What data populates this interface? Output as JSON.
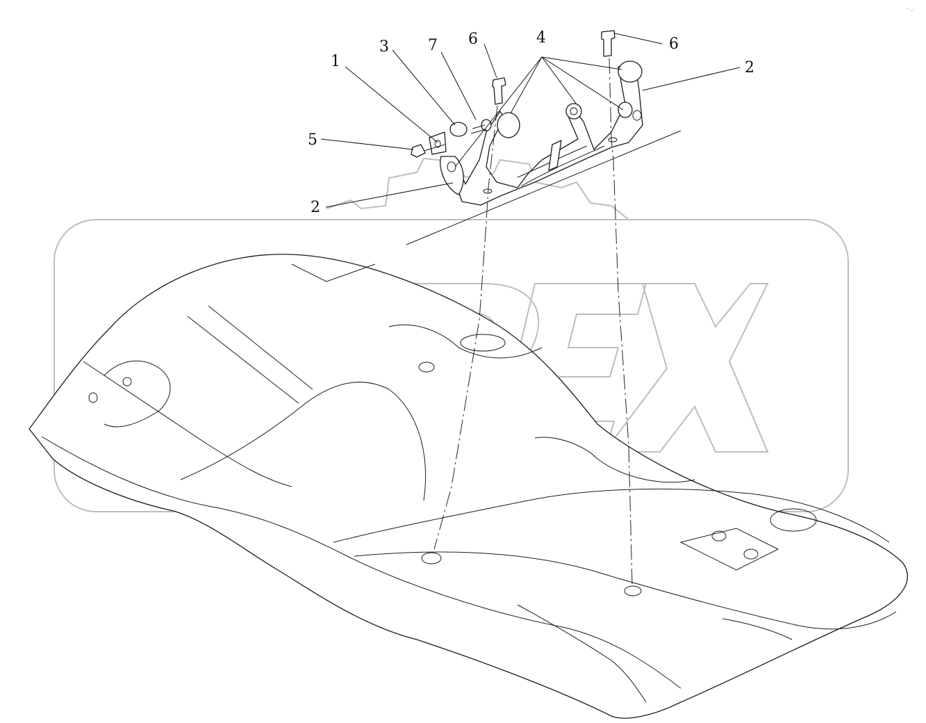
{
  "watermark": {
    "text": "OPEX"
  },
  "corner_mark": "° —",
  "callouts": [
    {
      "id": "c1",
      "label": "1"
    },
    {
      "id": "c3",
      "label": "3"
    },
    {
      "id": "c7",
      "label": "7"
    },
    {
      "id": "c6a",
      "label": "6"
    },
    {
      "id": "c4",
      "label": "4"
    },
    {
      "id": "c6b",
      "label": "6"
    },
    {
      "id": "c2a",
      "label": "2"
    },
    {
      "id": "c5",
      "label": "5"
    },
    {
      "id": "c2b",
      "label": "2"
    }
  ],
  "colors": {
    "line": "#1a1a1a",
    "watermark": "#bdbdbd",
    "background": "#ffffff"
  }
}
